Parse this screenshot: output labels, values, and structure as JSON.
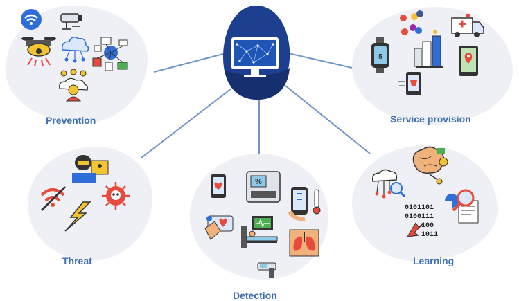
{
  "diagram": {
    "center": {
      "icon": "monitor-network-icon"
    },
    "nodes": [
      {
        "id": "prevention",
        "label": "Prevention"
      },
      {
        "id": "service",
        "label": "Service provision"
      },
      {
        "id": "threat",
        "label": "Threat"
      },
      {
        "id": "detection",
        "label": "Detection"
      },
      {
        "id": "learning",
        "label": "Learning"
      }
    ],
    "icon_text": {
      "binary_line1": "0101101",
      "binary_line2": "0100111",
      "binary_line3": "100",
      "binary_line4": "1011",
      "percent_sign": "%"
    },
    "colors": {
      "center_blob": "#1d3f8f",
      "center_blob_dark": "#16306f",
      "label": "#3f6fb3",
      "connector": "#6f95c8",
      "background_blob": "#eef0f5"
    }
  }
}
